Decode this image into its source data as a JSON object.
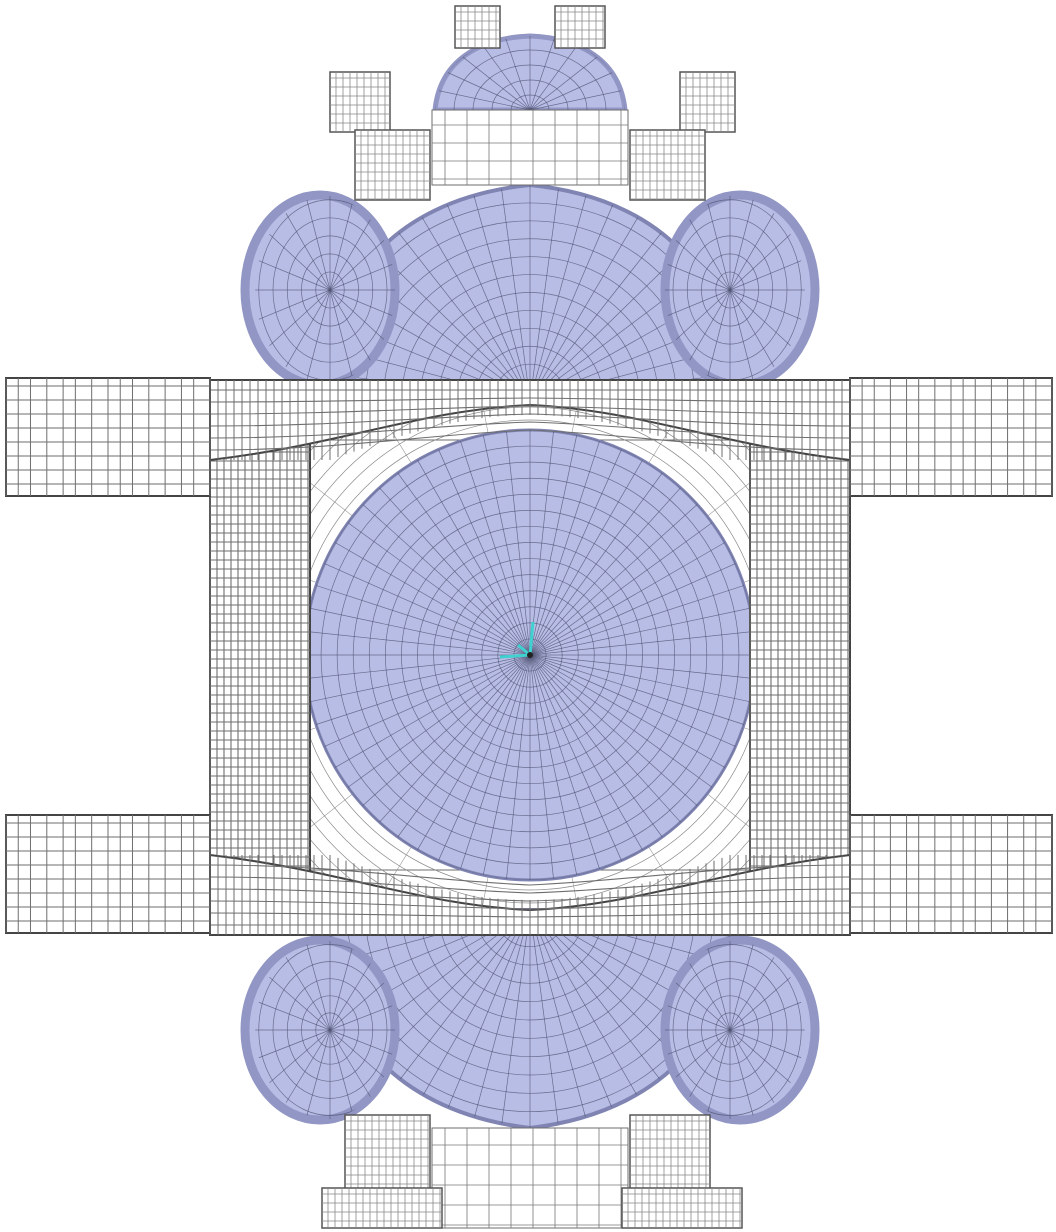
{
  "diagram": {
    "description_visible_text": "",
    "colors": {
      "background": "#ffffff",
      "wire": "#6e6e6e",
      "wire_dark": "#444444",
      "shell_fill": "#b8bde6",
      "shell_fill_dark": "#9196c4",
      "shell_rim": "#7f84b2",
      "mesh_line": "#4e5170",
      "axis_triad": "#3fd0d0"
    },
    "shells": [
      {
        "name": "main-sphere",
        "kind": "sphere"
      },
      {
        "name": "upper-dome",
        "kind": "hemisphere"
      },
      {
        "name": "lower-dome",
        "kind": "hemisphere"
      },
      {
        "name": "upper-left-bulb",
        "kind": "cap"
      },
      {
        "name": "upper-right-bulb",
        "kind": "cap"
      },
      {
        "name": "lower-left-bulb",
        "kind": "cap"
      },
      {
        "name": "lower-right-bulb",
        "kind": "cap"
      },
      {
        "name": "top-cap",
        "kind": "cap"
      }
    ],
    "frames": [
      {
        "name": "upper-horizontal-frame"
      },
      {
        "name": "lower-horizontal-frame"
      },
      {
        "name": "left-vertical-frame"
      },
      {
        "name": "right-vertical-frame"
      },
      {
        "name": "upper-left-arm"
      },
      {
        "name": "upper-right-arm"
      },
      {
        "name": "lower-left-arm"
      },
      {
        "name": "lower-right-arm"
      },
      {
        "name": "top-ports"
      },
      {
        "name": "bottom-ports"
      }
    ]
  }
}
